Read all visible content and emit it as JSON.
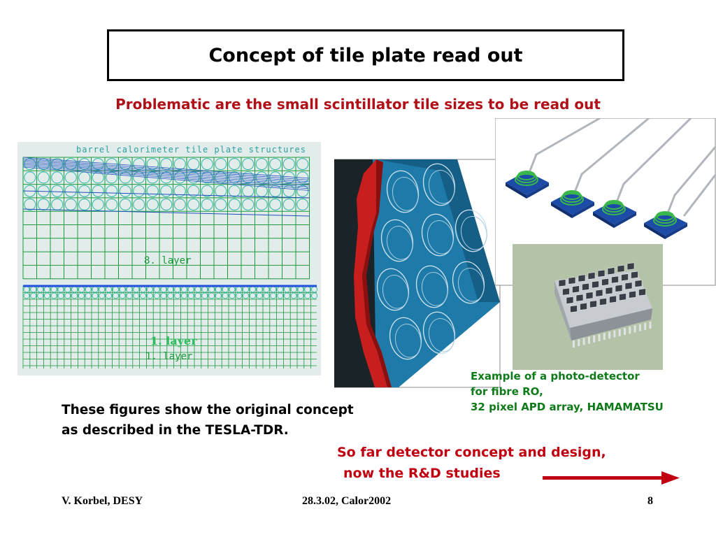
{
  "slide": {
    "title": "Concept of tile plate read out",
    "subtitle": "Problematic are the small scintillator tile sizes to be read out",
    "caption_left": [
      "These figures show the original concept",
      "as described in the TESLA-TDR."
    ],
    "caption_green": [
      "Example of a photo-detector",
      "for fibre RO,",
      "32 pixel APD array, HAMAMATSU"
    ],
    "note_red": [
      "So far detector concept and design,",
      "now the R&D studies"
    ],
    "footer": {
      "author": "V. Korbel, DESY",
      "date": "28.3.02, Calor2002",
      "page": "8"
    }
  },
  "figure_grid": {
    "heading": "barrel calorimeter tile plate structures",
    "label_upper": "8. layer",
    "label_lower_green": "1. layer",
    "label_lower": "1. layer"
  },
  "colors": {
    "title_border": "#000000",
    "subtitle": "#b01018",
    "green_caption": "#0e7a19",
    "red_note": "#c00010",
    "arrow": "#c00010",
    "grid_bg": "#e2ecea",
    "grid_line": "#1a9a3a",
    "tile_blue": "#2a7fb8",
    "tile_red": "#c81e1e",
    "base_blue": "#1c4ca8",
    "fibre_green": "#3ab84a"
  }
}
